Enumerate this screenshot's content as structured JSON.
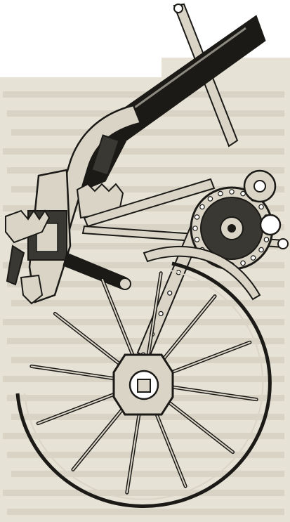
{
  "figure": {
    "kind": "engraving",
    "subject": "agricultural-implement-with-spoked-wheel",
    "colors": {
      "paper": "#e6e2d6",
      "paper_text_shadow": "#bdb6a6",
      "ink": "#1b1a17",
      "ink_mid": "#3a3833",
      "metal_light": "#d9d4c6",
      "white": "#ffffff"
    },
    "wheel": {
      "spokes": 12
    }
  }
}
